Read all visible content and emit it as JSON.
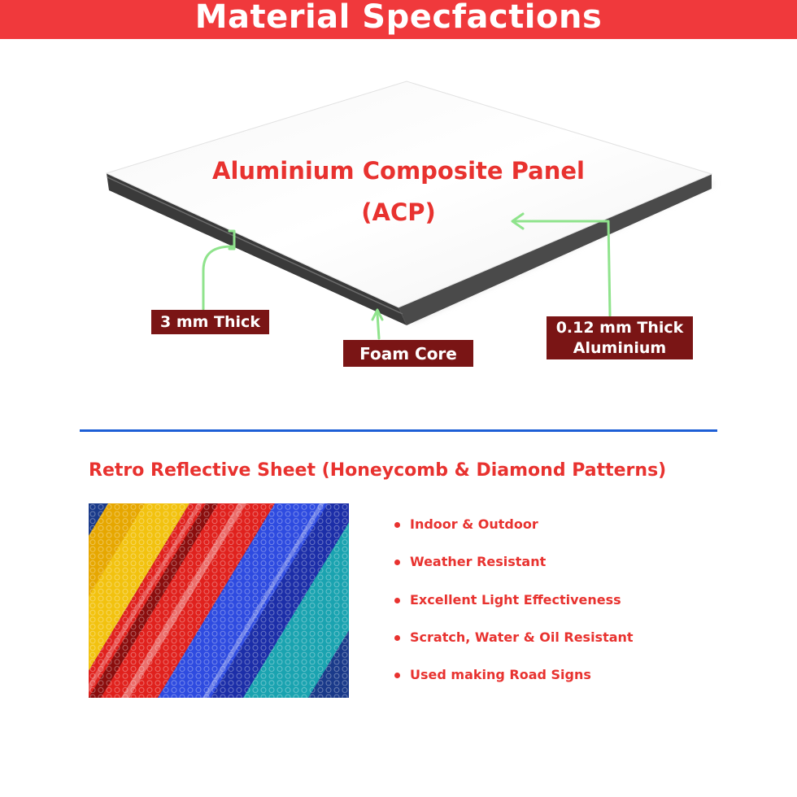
{
  "header": {
    "title": "Material Specfactions"
  },
  "acp": {
    "title_line1": "Aluminium Composite Panel",
    "title_line2": "(ACP)",
    "label_thickness": "3 mm Thick",
    "label_core": "Foam Core",
    "label_skin_line1": "0.12 mm Thick",
    "label_skin_line2": "Aluminium"
  },
  "reflective": {
    "title": "Retro Reflective Sheet (Honeycomb & Diamond  Patterns)",
    "features": [
      "Indoor & Outdoor",
      "Weather Resistant",
      "Excellent Light Effectiveness",
      "Scratch, Water & Oil Resistant",
      "Used making Road Signs"
    ]
  },
  "colors": {
    "banner": "#f0393c",
    "accent_red": "#e8322f",
    "label_bg": "#7a1515",
    "divider": "#1d5fd6",
    "arrow_green": "#8fe38c"
  }
}
